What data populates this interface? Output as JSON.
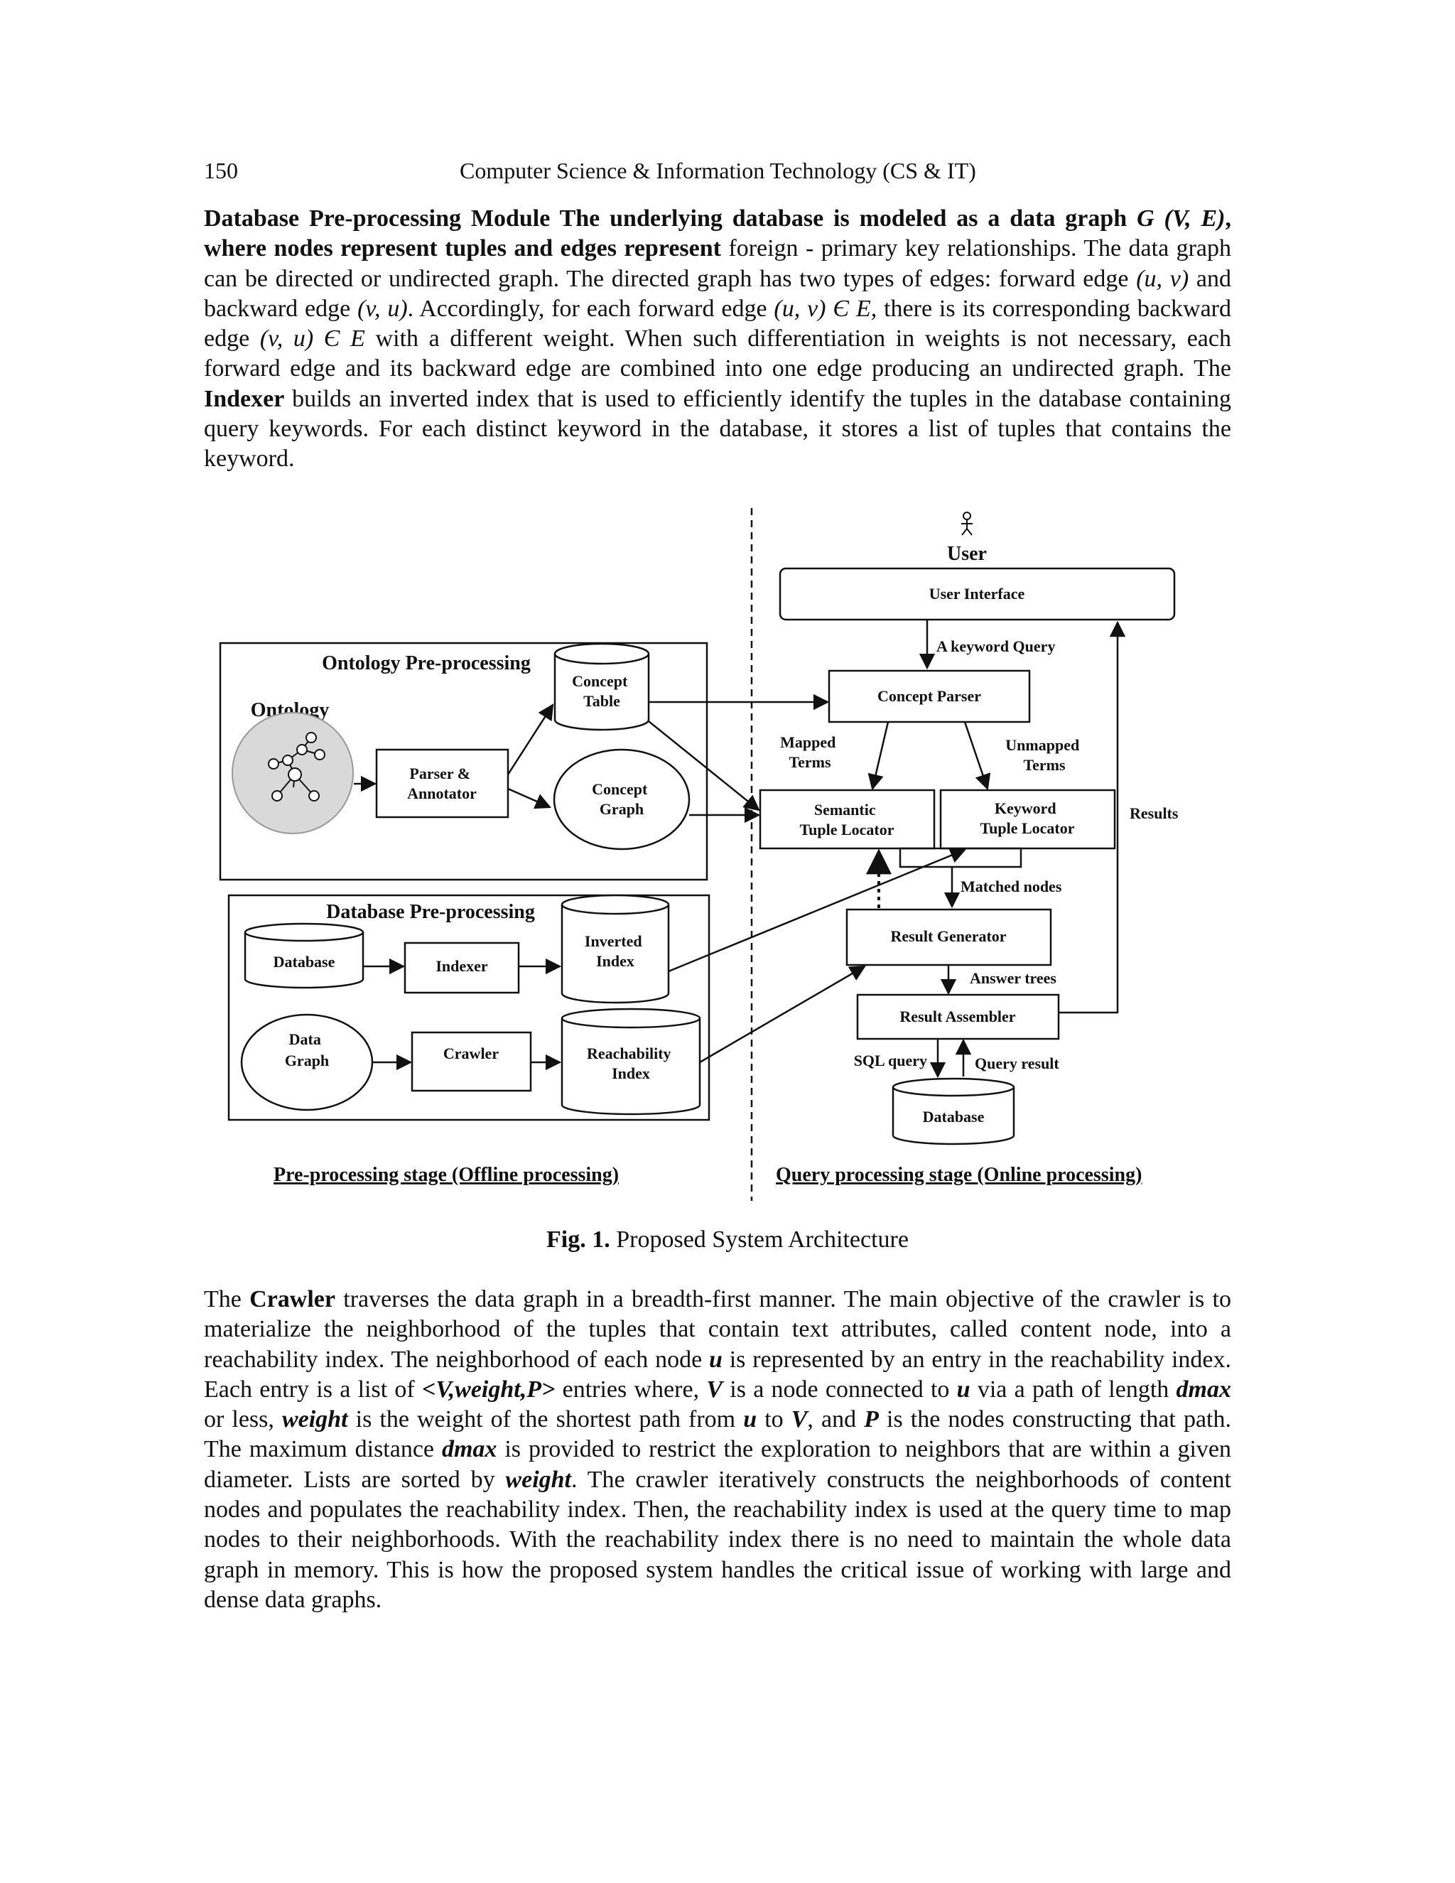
{
  "header": {
    "page_number": "150",
    "journal": "Computer Science & Information Technology (CS & IT)"
  },
  "paragraph1": {
    "s1": "Database Pre-processing Module The underlying database is modeled as a data graph ",
    "s2": "G (V, E)",
    "s3": ", where nodes represent tuples and edges represent",
    "s4": " foreign - primary key relationships. The data graph can be directed or undirected graph. The directed graph has two types of edges: forward edge ",
    "s5": "(u, v)",
    "s6": " and backward edge ",
    "s7": "(v, u)",
    "s8": ". Accordingly, for each forward edge ",
    "s9": "(u, v) Є E,",
    "s10": " there is its corresponding backward edge ",
    "s11": "(v, u) Є E",
    "s12": " with a different weight. When such differentiation in weights is not necessary, each forward edge and its backward edge are combined into one edge producing an undirected graph. The ",
    "s13": "Indexer",
    "s14": " builds an inverted index that is used to efficiently identify the tuples in the database containing query keywords. For each distinct keyword in the database, it stores a list of tuples that contains the keyword."
  },
  "figure": {
    "user": "User",
    "user_interface": "User Interface",
    "keyword_query": "A keyword Query",
    "concept_parser": "Concept Parser",
    "mapped_terms": [
      "Mapped",
      "Terms"
    ],
    "unmapped_terms": [
      "Unmapped",
      "Terms"
    ],
    "semantic_locator": [
      "Semantic",
      "Tuple Locator"
    ],
    "keyword_locator": [
      "Keyword",
      "Tuple Locator"
    ],
    "results": "Results",
    "matched_nodes": "Matched  nodes",
    "result_generator": "Result Generator",
    "answer_trees": "Answer trees",
    "result_assembler": "Result Assembler",
    "sql_query": "SQL  query",
    "query_result": "Query result",
    "database_right": "Database",
    "ontology_pre": "Ontology Pre-processing",
    "ontology": "Ontology",
    "parser_annotator": [
      "Parser &",
      "Annotator"
    ],
    "concept_table": [
      "Concept",
      "Table"
    ],
    "concept_graph": [
      "Concept",
      "Graph"
    ],
    "database_pre": "Database Pre-processing",
    "database_left": "Database",
    "indexer": "Indexer",
    "inverted_index": [
      "Inverted",
      "Index"
    ],
    "data_graph": [
      "Data",
      "Graph"
    ],
    "crawler": "Crawler",
    "reachability_index": [
      "Reachability",
      "Index"
    ],
    "offline_stage": "Pre-processing stage (Offline processing)",
    "online_stage": "Query processing stage (Online processing)"
  },
  "caption": {
    "label": "Fig. 1.",
    "text": " Proposed System Architecture"
  },
  "paragraph2": {
    "s1": "The ",
    "s2": "Crawler",
    "s3": " traverses the data graph in a breadth-first manner. The main objective of the crawler is to materialize the neighborhood of the tuples that contain text attributes, called content node, into a reachability index. The neighborhood of each node ",
    "s4": "u",
    "s5": " is represented by an entry in the reachability index. Each entry is a list of ",
    "s6": "<V,weight,P>",
    "s7": " entries where, ",
    "s8": "V",
    "s9": " is a node connected to ",
    "s10": "u",
    "s11": " via a path of length ",
    "s12": "dmax",
    "s13": " or less, ",
    "s14": "weight",
    "s15": " is the weight of the shortest path from ",
    "s16": "u",
    "s17": " to ",
    "s18": "V",
    "s19": ", and ",
    "s20": "P",
    "s21": " is the nodes constructing  that path. The maximum distance ",
    "s22": "dmax",
    "s23": " is provided to restrict the exploration to neighbors that are within a given diameter. Lists are sorted by ",
    "s24": "weight",
    "s25": ". The crawler iteratively constructs the neighborhoods of content nodes and populates the reachability index. Then, the reachability index is used at the query time to map nodes to their neighborhoods. With the reachability index there is no need to maintain the whole data graph in memory. This is how the proposed system handles the critical issue of working with large and dense data graphs."
  }
}
